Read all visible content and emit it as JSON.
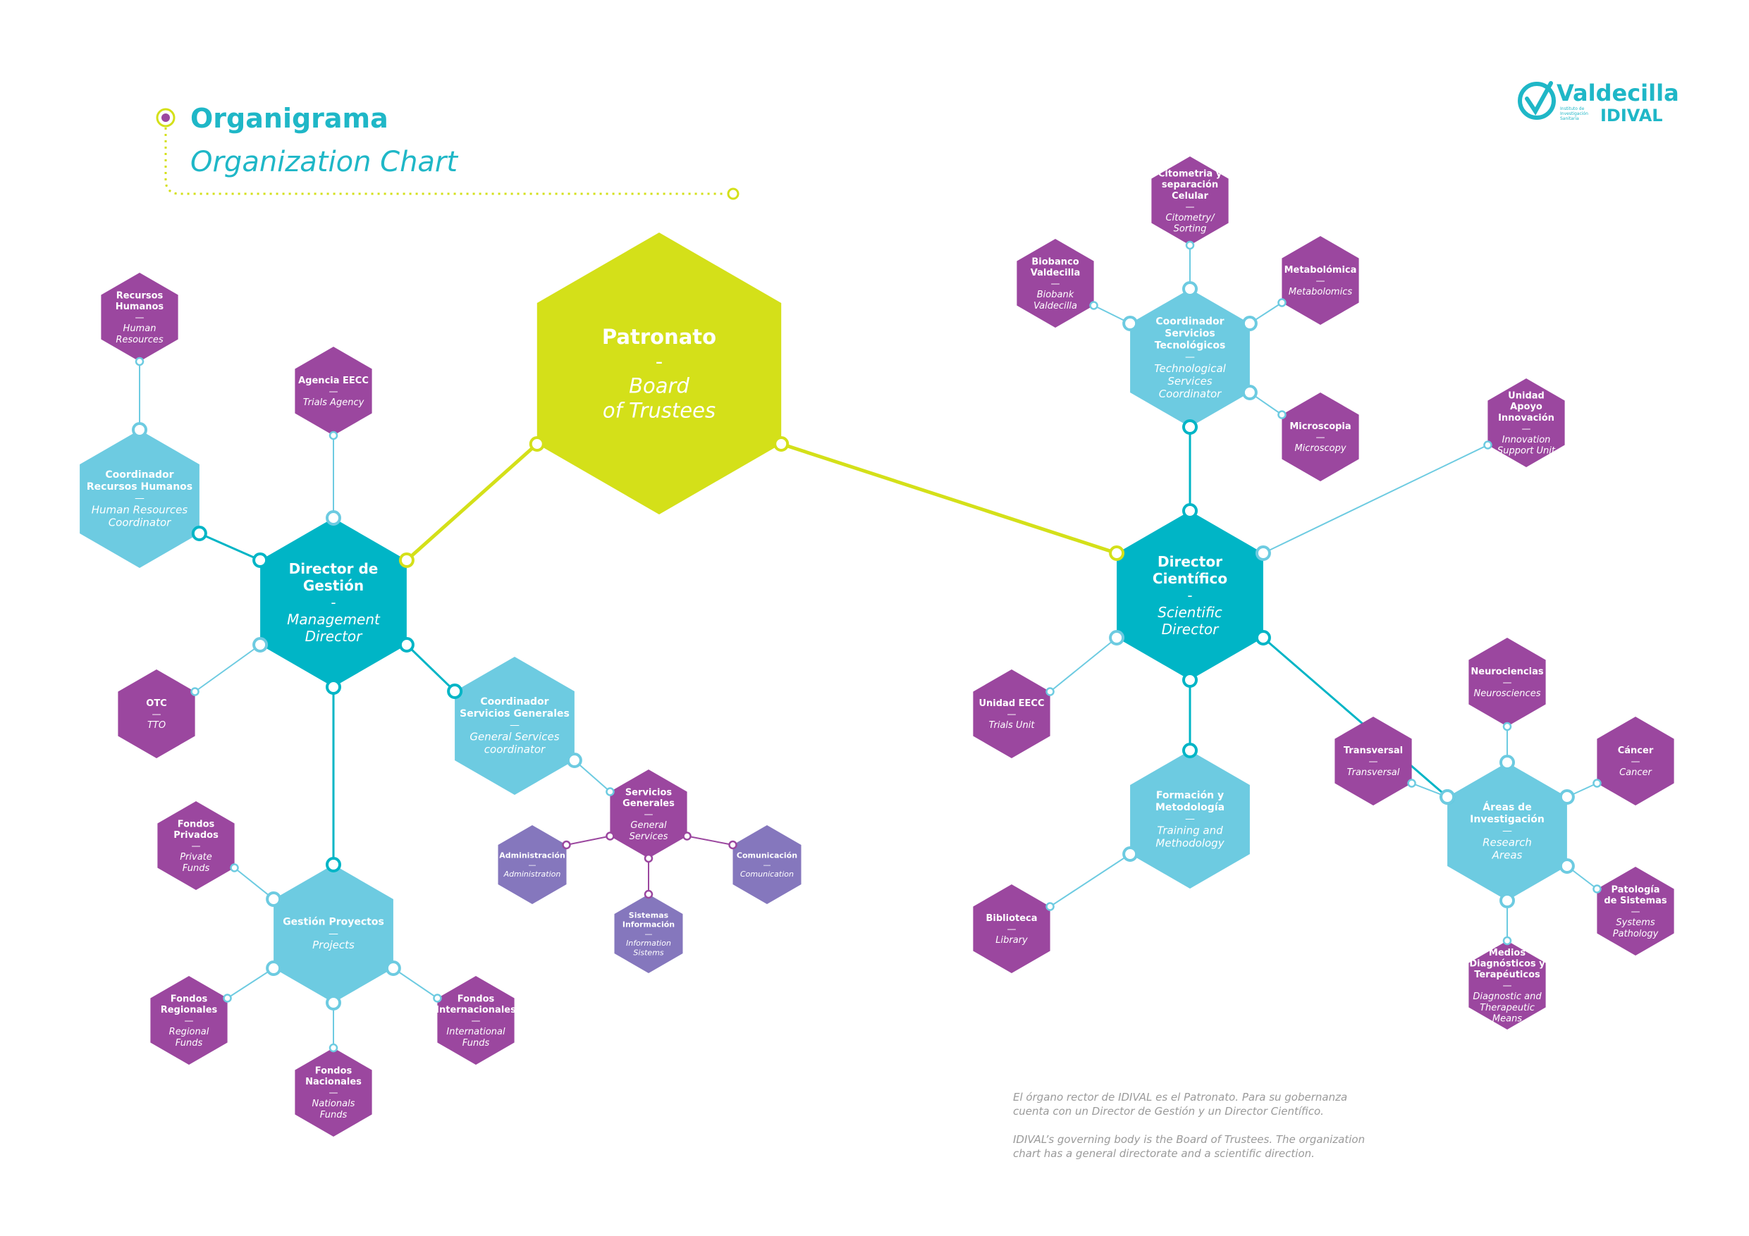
{
  "header": {
    "title_es": "Organigrama",
    "title_en": "Organization Chart"
  },
  "logo": {
    "name": "Valdecilla",
    "small_line1": "Instituto de",
    "small_line2": "Investigación",
    "small_line3": "Sanitaria",
    "brand": "IDIVAL"
  },
  "footnote": {
    "es_line1": "El órgano rector de IDIVAL es el Patronato. Para su gobernanza",
    "es_line2": "cuenta con un Director de Gestión y un Director Científico.",
    "en_line1": "IDIVAL’s governing body is the Board of Trustees. The organization",
    "en_line2": "chart has a general directorate and a scientific direction."
  },
  "colors": {
    "lime": "#d4e019",
    "teal": "#00b5c6",
    "light_teal": "#6dcbe1",
    "purple": "#9b479f",
    "lavender": "#8577bd",
    "title": "#1fb7c7"
  },
  "chart_data": {
    "type": "diagram",
    "nodes": {
      "patronato": {
        "es": [
          "Patronato"
        ],
        "en": [
          "Board",
          "of Trustees"
        ]
      },
      "dir_gestion": {
        "es": [
          "Director de",
          "Gestión"
        ],
        "en": [
          "Management",
          "Director"
        ]
      },
      "dir_cientifico": {
        "es": [
          "Director",
          "Científico"
        ],
        "en": [
          "Scientific",
          "Director"
        ]
      },
      "coord_rrhh": {
        "es": [
          "Coordinador",
          "Recursos Humanos"
        ],
        "en": [
          "Human Resources",
          "Coordinator"
        ]
      },
      "rrhh": {
        "es": [
          "Recursos",
          "Humanos"
        ],
        "en": [
          "Human",
          "Resources"
        ]
      },
      "agencia": {
        "es": [
          "Agencia EECC"
        ],
        "en": [
          "Trials Agency"
        ]
      },
      "otc": {
        "es": [
          "OTC"
        ],
        "en": [
          "TTO"
        ]
      },
      "coord_sg": {
        "es": [
          "Coordinador",
          "Servicios Generales"
        ],
        "en": [
          "General Services",
          "coordinator"
        ]
      },
      "serv_gen": {
        "es": [
          "Servicios",
          "Generales"
        ],
        "en": [
          "General",
          "Services"
        ]
      },
      "administracion": {
        "es": [
          "Administración"
        ],
        "en": [
          "Administration"
        ]
      },
      "comunicacion": {
        "es": [
          "Comunicación"
        ],
        "en": [
          "Comunication"
        ]
      },
      "sistemas": {
        "es": [
          "Sistemas",
          "Información"
        ],
        "en": [
          "Information",
          "Sistems"
        ]
      },
      "gestion_proyectos": {
        "es": [
          "Gestión Proyectos"
        ],
        "en": [
          "Projects"
        ]
      },
      "fondos_privados": {
        "es": [
          "Fondos",
          "Privados"
        ],
        "en": [
          "Private",
          "Funds"
        ]
      },
      "fondos_regionales": {
        "es": [
          "Fondos",
          "Regionales"
        ],
        "en": [
          "Regional",
          "Funds"
        ]
      },
      "fondos_nacionales": {
        "es": [
          "Fondos",
          "Nacionales"
        ],
        "en": [
          "Nationals",
          "Funds"
        ]
      },
      "fondos_internacionales": {
        "es": [
          "Fondos",
          "Internacionales"
        ],
        "en": [
          "International",
          "Funds"
        ]
      },
      "coord_st": {
        "es": [
          "Coordinador",
          "Servicios",
          "Tecnológicos"
        ],
        "en": [
          "Technological",
          "Services",
          "Coordinator"
        ]
      },
      "citometria": {
        "es": [
          "Citometria y",
          "separación",
          "Celular"
        ],
        "en": [
          "Citometry/",
          "Sorting"
        ]
      },
      "biobanco": {
        "es": [
          "Biobanco",
          "Valdecilla"
        ],
        "en": [
          "Biobank",
          "Valdecilla"
        ]
      },
      "metabolomica": {
        "es": [
          "Metabolómica"
        ],
        "en": [
          "Metabolomics"
        ]
      },
      "microscopia": {
        "es": [
          "Microscopia"
        ],
        "en": [
          "Microscopy"
        ]
      },
      "innovacion": {
        "es": [
          "Unidad",
          "Apoyo",
          "Innovación"
        ],
        "en": [
          "Innovation",
          "Support Unit"
        ]
      },
      "unidad_eecc": {
        "es": [
          "Unidad EECC"
        ],
        "en": [
          "Trials Unit"
        ]
      },
      "formacion": {
        "es": [
          "Formación y",
          "Metodología"
        ],
        "en": [
          "Training and",
          "Methodology"
        ]
      },
      "biblioteca": {
        "es": [
          "Biblioteca"
        ],
        "en": [
          "Library"
        ]
      },
      "areas": {
        "es": [
          "Áreas de",
          "Investigación"
        ],
        "en": [
          "Research",
          "Areas"
        ]
      },
      "neurociencias": {
        "es": [
          "Neurociencias"
        ],
        "en": [
          "Neurosciences"
        ]
      },
      "transversal": {
        "es": [
          "Transversal"
        ],
        "en": [
          "Transversal"
        ]
      },
      "cancer": {
        "es": [
          "Cáncer"
        ],
        "en": [
          "Cancer"
        ]
      },
      "patologia": {
        "es": [
          "Patología",
          "de Sistemas"
        ],
        "en": [
          "Systems",
          "Pathology"
        ]
      },
      "medios": {
        "es": [
          "Medios",
          "Diagnósticos y",
          "Terapéuticos"
        ],
        "en": [
          "Diagnostic and",
          "Therapeutic",
          "Means"
        ]
      }
    },
    "edges": [
      [
        "patronato",
        "dir_gestion"
      ],
      [
        "patronato",
        "dir_cientifico"
      ],
      [
        "dir_gestion",
        "coord_rrhh"
      ],
      [
        "coord_rrhh",
        "rrhh"
      ],
      [
        "dir_gestion",
        "agencia"
      ],
      [
        "dir_gestion",
        "otc"
      ],
      [
        "dir_gestion",
        "coord_sg"
      ],
      [
        "coord_sg",
        "serv_gen"
      ],
      [
        "serv_gen",
        "administracion"
      ],
      [
        "serv_gen",
        "comunicacion"
      ],
      [
        "serv_gen",
        "sistemas"
      ],
      [
        "dir_gestion",
        "gestion_proyectos"
      ],
      [
        "gestion_proyectos",
        "fondos_privados"
      ],
      [
        "gestion_proyectos",
        "fondos_regionales"
      ],
      [
        "gestion_proyectos",
        "fondos_nacionales"
      ],
      [
        "gestion_proyectos",
        "fondos_internacionales"
      ],
      [
        "dir_cientifico",
        "coord_st"
      ],
      [
        "coord_st",
        "citometria"
      ],
      [
        "coord_st",
        "biobanco"
      ],
      [
        "coord_st",
        "metabolomica"
      ],
      [
        "coord_st",
        "microscopia"
      ],
      [
        "dir_cientifico",
        "innovacion"
      ],
      [
        "dir_cientifico",
        "unidad_eecc"
      ],
      [
        "dir_cientifico",
        "formacion"
      ],
      [
        "formacion",
        "biblioteca"
      ],
      [
        "dir_cientifico",
        "areas"
      ],
      [
        "areas",
        "neurociencias"
      ],
      [
        "areas",
        "transversal"
      ],
      [
        "areas",
        "cancer"
      ],
      [
        "areas",
        "patologia"
      ],
      [
        "areas",
        "medios"
      ]
    ]
  }
}
